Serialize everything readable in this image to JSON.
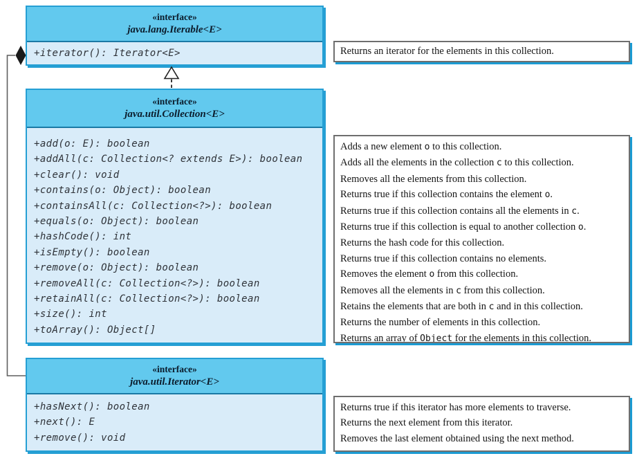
{
  "figure": {
    "colors": {
      "header_fill": "#62c9ee",
      "body_fill": "#d9ecf9",
      "box_border": "#259fd4",
      "box_divider": "#1a79a5",
      "note_border": "#6e6e6e",
      "note_shadow": "#1b9bd3",
      "line_color": "#5f5f5f",
      "diamond_color": "#1a1a1a",
      "arrow_color": "#222222",
      "method_color": "#2e3238",
      "header_text": "#0b1c2c",
      "note_text": "#141414"
    },
    "boxes": [
      {
        "id": "iterable",
        "stereotype": "«interface»",
        "name": "java.lang.Iterable<E>",
        "methods": [
          "+iterator(): Iterator<E>"
        ]
      },
      {
        "id": "collection",
        "stereotype": "«interface»",
        "name": "java.util.Collection<E>",
        "methods": [
          "+add(o: E): boolean",
          "+addAll(c: Collection<? extends E>): boolean",
          "+clear(): void",
          "+contains(o: Object): boolean",
          "+containsAll(c: Collection<?>): boolean",
          "+equals(o: Object): boolean",
          "+hashCode(): int",
          "+isEmpty(): boolean",
          "+remove(o: Object): boolean",
          "+removeAll(c: Collection<?>): boolean",
          "+retainAll(c: Collection<?>): boolean",
          "+size(): int",
          "+toArray(): Object[]"
        ]
      },
      {
        "id": "iterator",
        "stereotype": "«interface»",
        "name": "java.util.Iterator<E>",
        "methods": [
          "+hasNext(): boolean",
          "+next(): E",
          "+remove(): void"
        ]
      }
    ],
    "notes": [
      {
        "id": "iterable-note",
        "lines": [
          [
            {
              "t": "Returns an iterator for the elements in this collection."
            }
          ]
        ]
      },
      {
        "id": "collection-note",
        "lines": [
          [
            {
              "t": "Adds a new element "
            },
            {
              "t": "o",
              "mono": true
            },
            {
              "t": " to this collection."
            }
          ],
          [
            {
              "t": "Adds all the elements in the collection "
            },
            {
              "t": "c",
              "mono": true
            },
            {
              "t": " to this collection."
            }
          ],
          [
            {
              "t": "Removes all the elements from this collection."
            }
          ],
          [
            {
              "t": "Returns true if this collection contains the element "
            },
            {
              "t": "o",
              "mono": true
            },
            {
              "t": "."
            }
          ],
          [
            {
              "t": "Returns true if this collection contains all the elements in "
            },
            {
              "t": "c",
              "mono": true
            },
            {
              "t": "."
            }
          ],
          [
            {
              "t": "Returns true if this collection is equal to another collection "
            },
            {
              "t": "o",
              "mono": true
            },
            {
              "t": "."
            }
          ],
          [
            {
              "t": "Returns the hash code for this collection."
            }
          ],
          [
            {
              "t": "Returns true if this collection contains no elements."
            }
          ],
          [
            {
              "t": "Removes the element "
            },
            {
              "t": "o",
              "mono": true
            },
            {
              "t": " from this collection."
            }
          ],
          [
            {
              "t": "Removes all the elements in "
            },
            {
              "t": "c",
              "mono": true
            },
            {
              "t": " from this collection."
            }
          ],
          [
            {
              "t": "Retains the elements that are both in "
            },
            {
              "t": "c",
              "mono": true
            },
            {
              "t": " and in this collection."
            }
          ],
          [
            {
              "t": "Returns the number of elements in this collection."
            }
          ],
          [
            {
              "t": "Returns an array of "
            },
            {
              "t": "Object",
              "mono": true
            },
            {
              "t": " for the elements in this collection."
            }
          ]
        ]
      },
      {
        "id": "iterator-note",
        "lines": [
          [
            {
              "t": "Returns true if this iterator has more elements to traverse."
            }
          ],
          [
            {
              "t": "Returns the next element from this iterator."
            }
          ],
          [
            {
              "t": "Removes the last element obtained using the next method."
            }
          ]
        ]
      }
    ]
  }
}
